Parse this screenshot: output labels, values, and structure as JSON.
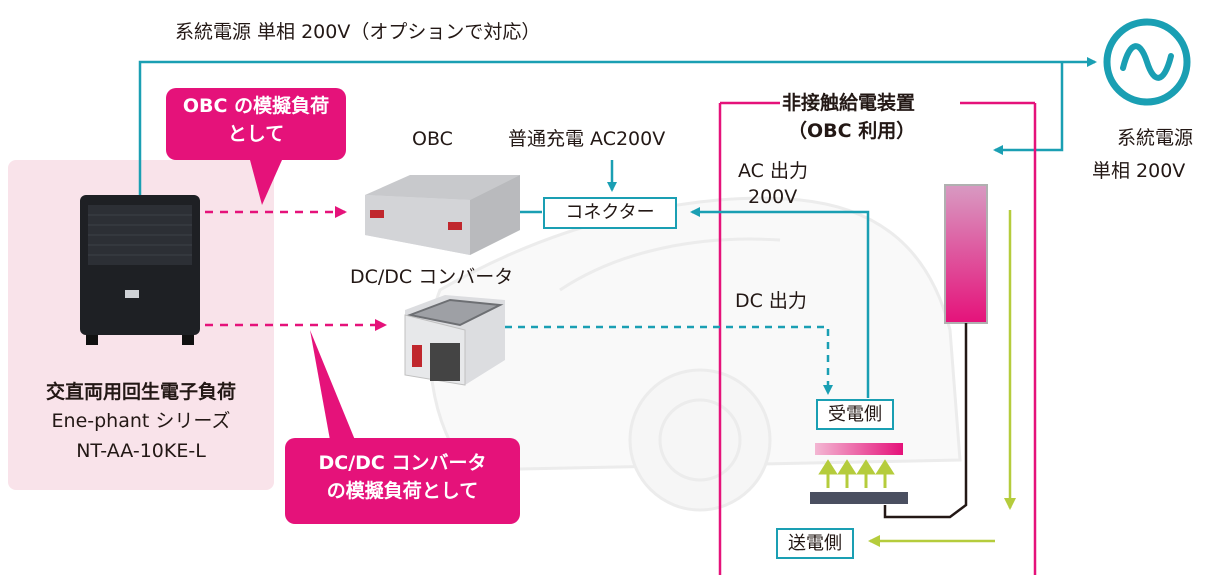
{
  "grid_label": "系統電源 単相 200V（オプションで対応）",
  "wpt_title_line1": "非接触給電装置",
  "wpt_title_line2": "（OBC 利用）",
  "grid_source": {
    "line1": "系統電源",
    "line2": "単相 200V"
  },
  "obc_label": "OBC",
  "normal_charge_label": "普通充電 AC200V",
  "connector_label": "コネクター",
  "ac_output": {
    "line1": "AC 出力",
    "line2": "200V"
  },
  "dcdc_label": "DC/DC コンバータ",
  "dc_output_label": "DC 出力",
  "receiver_label": "受電側",
  "transmitter_label": "送電側",
  "callout_obc": {
    "line1": "OBC の模擬負荷",
    "line2": "として"
  },
  "callout_dcdc": {
    "line1": "DC/DC コンバータ",
    "line2": "の模擬負荷として"
  },
  "load": {
    "name": "交直両用回生電子負荷",
    "series": "Ene-phant シリーズ",
    "model": "NT-AA-10KE-L"
  },
  "colors": {
    "teal": "#1a9fb3",
    "magenta": "#e5127a",
    "lime": "#b5cc3c",
    "panel": "#f9e3ea"
  }
}
